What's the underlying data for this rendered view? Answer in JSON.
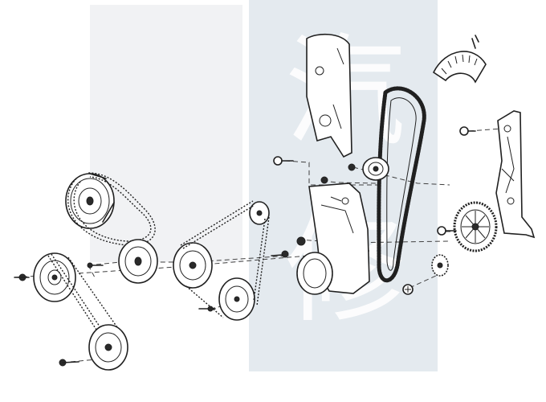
{
  "watermark": {
    "glyph_top": "汽",
    "glyph_bottom": "修",
    "panel_color": "#e4eaef"
  },
  "diagram": {
    "subject": "engine-accessory-belt-exploded-view",
    "line_color": "#202020",
    "background": "#ffffff"
  }
}
